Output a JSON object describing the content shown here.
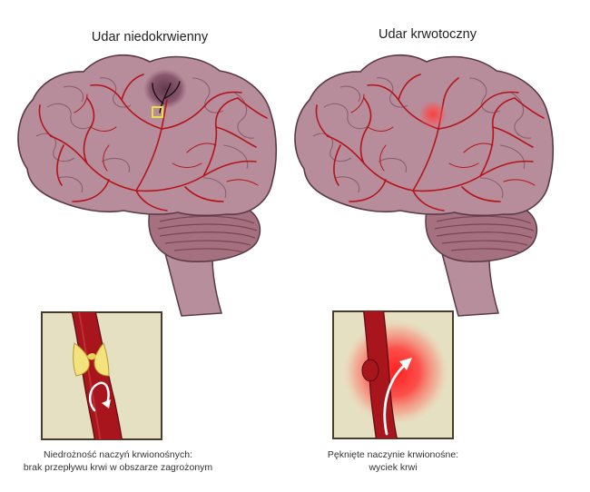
{
  "ischemic": {
    "title": "Udar niedokrwienny",
    "caption_line1": "Niedrożność naczyń krwionośnych:",
    "caption_line2": "brak przepływu krwi w obszarze zagrożonym"
  },
  "hemorrhagic": {
    "title": "Udar krwotoczny",
    "caption_line1": "Pęknięte naczynie krwionośne:",
    "caption_line2": "wyciek krwi"
  },
  "colors": {
    "brain": "#b78d9b",
    "brain_outline": "#5a3a47",
    "cerebellum": "#a5707f",
    "brainstem": "#b68e9c",
    "vessel": "#b5131a",
    "inset_bg": "#e6e0c2",
    "inset_border": "#4a3c2c",
    "clot": "#f4e37d",
    "bleed": "#ff3030",
    "highlight": "#e8e04a"
  },
  "icons": [
    "ischemic-brain-icon",
    "hemorrhagic-brain-icon",
    "clot-icon",
    "bleed-icon",
    "flow-arrow-icon"
  ]
}
